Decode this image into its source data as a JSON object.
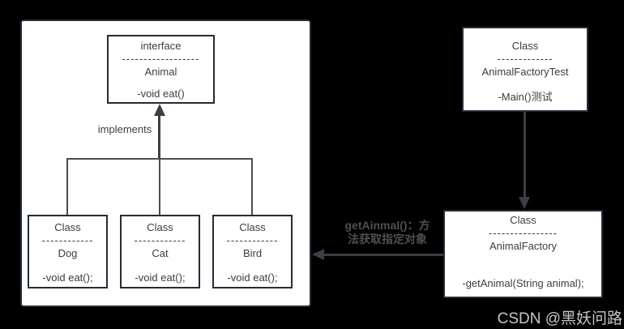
{
  "diagram": {
    "interface_box": {
      "kind": "interface",
      "divider": "------------------",
      "name": "Animal",
      "member": "-void eat()"
    },
    "implements_label": "implements",
    "classes": [
      {
        "kind": "Class",
        "divider": "------------",
        "name": "Dog",
        "member": "-void eat();"
      },
      {
        "kind": "Class",
        "divider": "------------",
        "name": "Cat",
        "member": "-void eat();"
      },
      {
        "kind": "Class",
        "divider": "------------",
        "name": "Bird",
        "member": "-void eat();"
      }
    ],
    "factory_test_box": {
      "kind": "Class",
      "divider": "-------------",
      "name": "AnimalFactoryTest",
      "member": "-Main()测试"
    },
    "factory_box": {
      "kind": "Class",
      "divider": "----------------",
      "name": "AnimalFactory",
      "member": "-getAnimal(String animal);"
    },
    "arrow_label_line1": "getAinmal()：方",
    "arrow_label_line2": "法获取指定对象"
  },
  "watermark": "CSDN @黑妖问路",
  "colors": {
    "background": "#000000",
    "box_fill": "#ffffff",
    "box_border": "#242c37",
    "box_text": "#3d3d3d",
    "connector": "#494e54",
    "arrow": "#3a3f45",
    "arrow_label": "#4f4f4f",
    "watermark": "#ccc4c4"
  }
}
